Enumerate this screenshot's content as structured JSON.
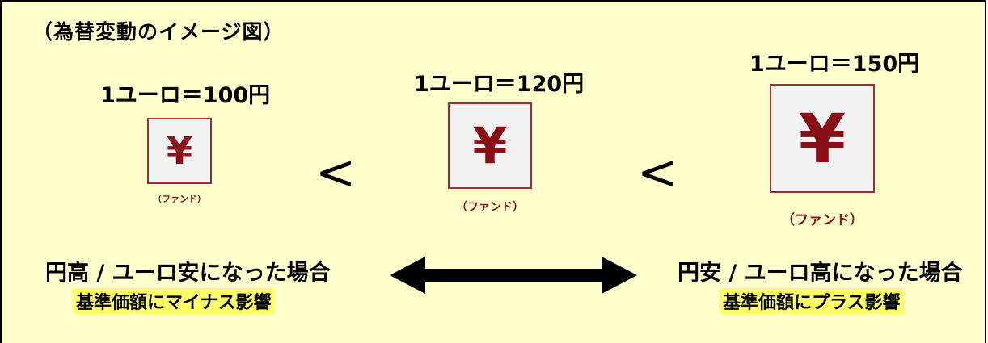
{
  "title": "（為替変動のイメージ図）",
  "panels": [
    {
      "rate": "1ユーロ＝100円",
      "symbol": "¥",
      "fund": "（ファンド）"
    },
    {
      "rate": "1ユーロ＝120円",
      "symbol": "¥",
      "fund": "（ファンド）"
    },
    {
      "rate": "1ユーロ＝150円",
      "symbol": "¥",
      "fund": "（ファンド）"
    }
  ],
  "comparators": [
    "<",
    "<"
  ],
  "cases": {
    "left": {
      "label": "円高 / ユーロ安になった場合",
      "impact": "基準価額にマイナス影響"
    },
    "right": {
      "label": "円安 / ユーロ高になった場合",
      "impact": "基準価額にプラス影響"
    }
  },
  "colors": {
    "background": "#ffffcc",
    "yen_red": "#8a0f16",
    "box_border": "#9b2d33",
    "box_fill": "#f2f2f2",
    "highlight": "#ffff66"
  }
}
